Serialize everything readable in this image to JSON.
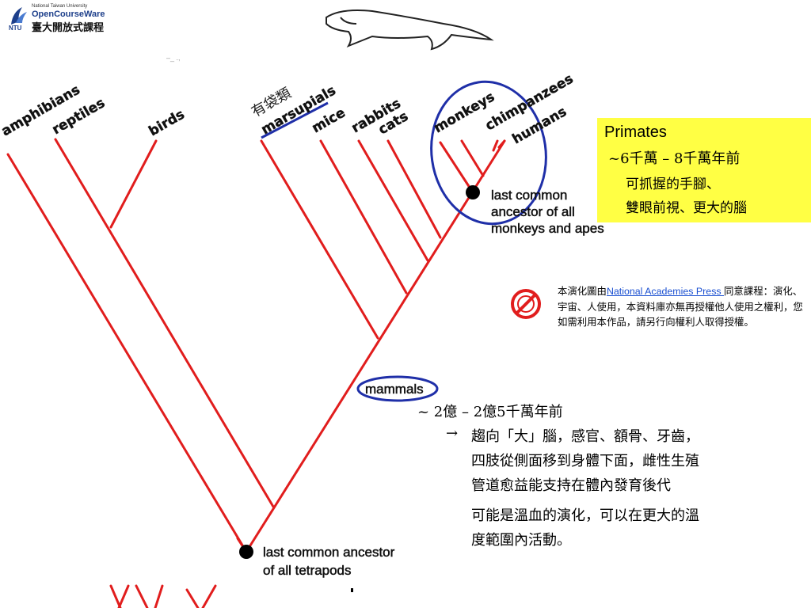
{
  "logo": {
    "university": "National Taiwan University",
    "program": "OpenCourseWare",
    "chinese": "臺大開放式課程",
    "mark": "NTU"
  },
  "taxa": [
    "amphibians",
    "reptiles",
    "birds",
    "有袋類",
    "marsupials",
    "mice",
    "rabbits",
    "cats",
    "monkeys",
    "chimpanzees",
    "humans"
  ],
  "nodes": {
    "primate_ancestor": [
      "last common",
      "ancestor of all",
      "monkeys and apes"
    ],
    "tetrapod_ancestor": [
      "last common ancestor",
      "of all tetrapods"
    ],
    "mammals": "mammals"
  },
  "primates_box": {
    "title": "Primates",
    "line1": "~6千萬 – 8千萬年前",
    "line2": "可抓握的手腳、",
    "line3": "雙眼前視、更大的腦"
  },
  "license": {
    "prefix": "本演化圖由",
    "link": "National Academies Press ",
    "suffix": "同意課程：演化、宇宙、人使用，本資料庫亦無再授權他人使用之權利，您如需利用本作品，請另行向權利人取得授權。"
  },
  "mammals_notes": {
    "time": "~ 2億 – 2億5千萬年前",
    "arrow": "→",
    "trend": [
      "趨向「大」腦，感官、額骨、牙齒，",
      "四肢從側面移到身體下面，雌性生殖",
      "管道愈益能支持在體內發育後代"
    ],
    "warm": [
      "可能是溫血的演化，可以在更大的溫",
      "度範圍內活動。"
    ]
  },
  "colors": {
    "branch": "#e11d1d",
    "highlight": "#1f2fa8",
    "box": "#ffff44",
    "link": "#1a4fd1"
  }
}
